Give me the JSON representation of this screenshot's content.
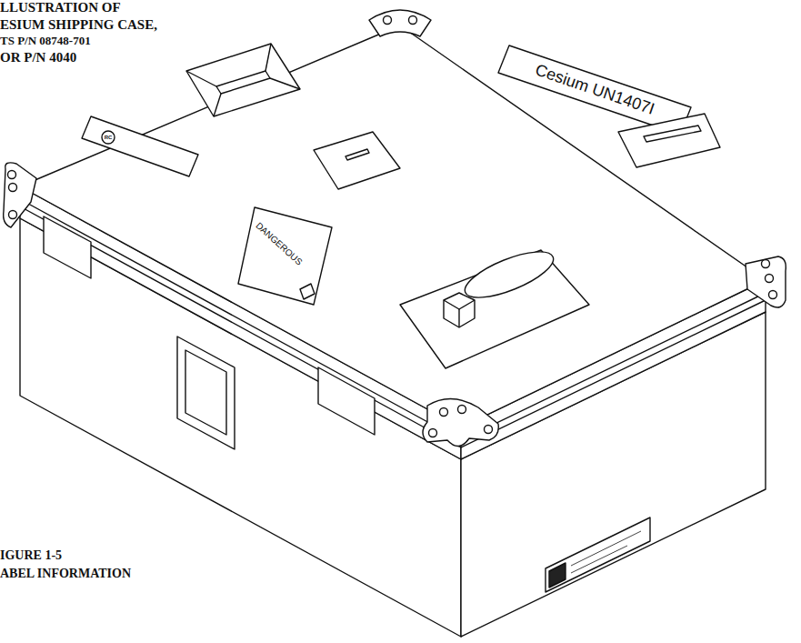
{
  "diagram": {
    "labels": [
      "LLUSTRATION OF",
      "ESIUM SHIPPING CASE,",
      "TS P/N 08748-701",
      "OR P/N 4040",
      "Cesium UN1407I",
      "DANGEROUS",
      "RC",
      "IGURE 1-5",
      "ABEL INFORMATION"
    ]
  }
}
